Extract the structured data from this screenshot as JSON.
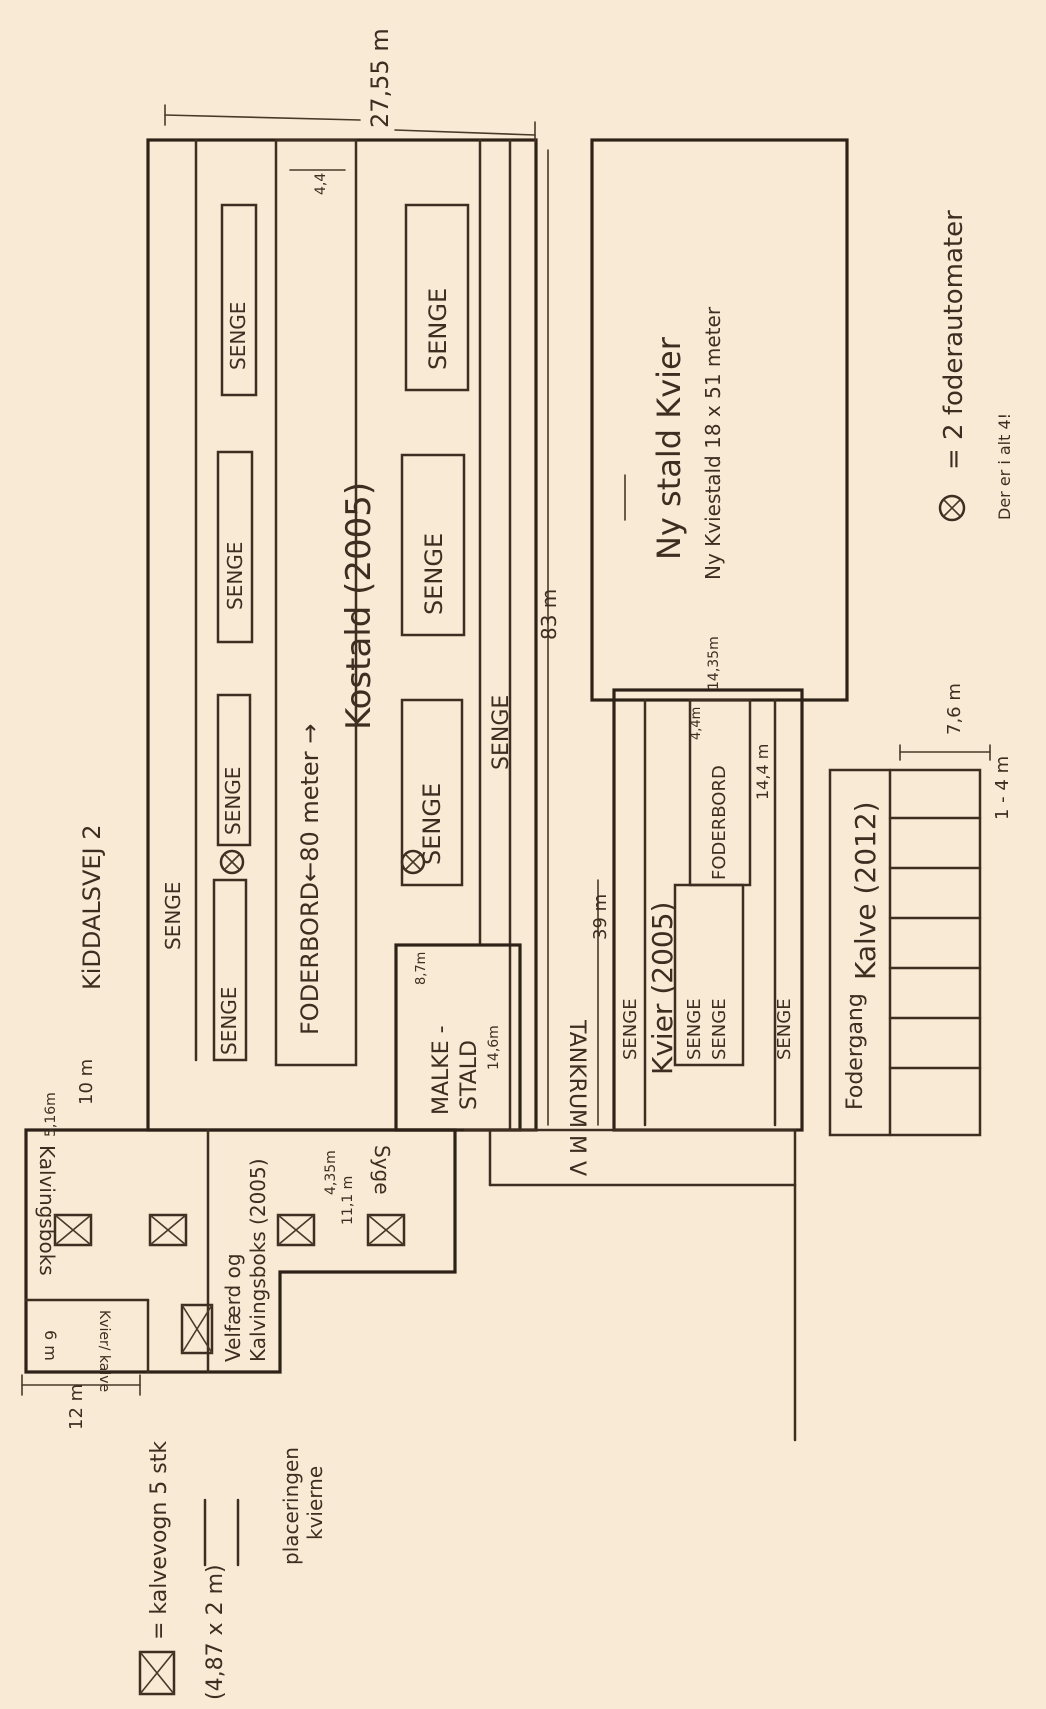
{
  "colors": {
    "paper": "#f8ead4",
    "ink": "#3e2e22"
  },
  "road": "KiDDALSVEJ 2",
  "kostald": {
    "title": "Kostald (2005)",
    "foderbord": "FODERBORD←80 meter →",
    "dim_width": "27,55 m",
    "dim_length": "83 m",
    "dim_feed": "4,4",
    "dim_left": "10 m",
    "senge": "SENGE"
  },
  "malkestald": {
    "label_line1": "MALKE -",
    "label_line2": "STALD",
    "dim_width": "14,6m",
    "dim_depth": "8,7m"
  },
  "ny_stald": {
    "title": "Ny stald Kvier",
    "subtitle": "Ny Kviestald  18 x 51 meter",
    "dim": "14,35m"
  },
  "kvier": {
    "title": "Kvier (2005)",
    "foderbord": "FODERBORD",
    "dim_length": "39 m",
    "dim_foderbord": "14,4 m",
    "dim_feed": "4,4m",
    "senge": "SENGE"
  },
  "tankrum": "TANKRUM M V",
  "kalve": {
    "title": "Kalve (2012)",
    "fodergang": "Fodergang",
    "dim_length": "7,6 m",
    "dim_scale": "1 - 4 m"
  },
  "left_block": {
    "kalvingsboks": "Kalvingsboks",
    "kalvingsboks_dim": "5,16m",
    "syge": "Syge",
    "syge_dim": "4,35m",
    "velfaerd_line1": "Velfærd og",
    "velfaerd_line2": "Kalvingsboks (2005)",
    "velfaerd_dim": "11,1 m",
    "kvier_kalve": "Kvier/ kalve",
    "kvier_kalve_dim": "6 m",
    "dim_12m": "12 m"
  },
  "legend": {
    "kalvevogn": "= kalvevogn  5 stk",
    "kalvevogn_size": "(4,87 x 2 m)",
    "placering_line1": "placeringen",
    "placering_line2": "kvierne",
    "automat": "= 2 foderautomater",
    "automat_note": "Der er i alt 4!"
  }
}
